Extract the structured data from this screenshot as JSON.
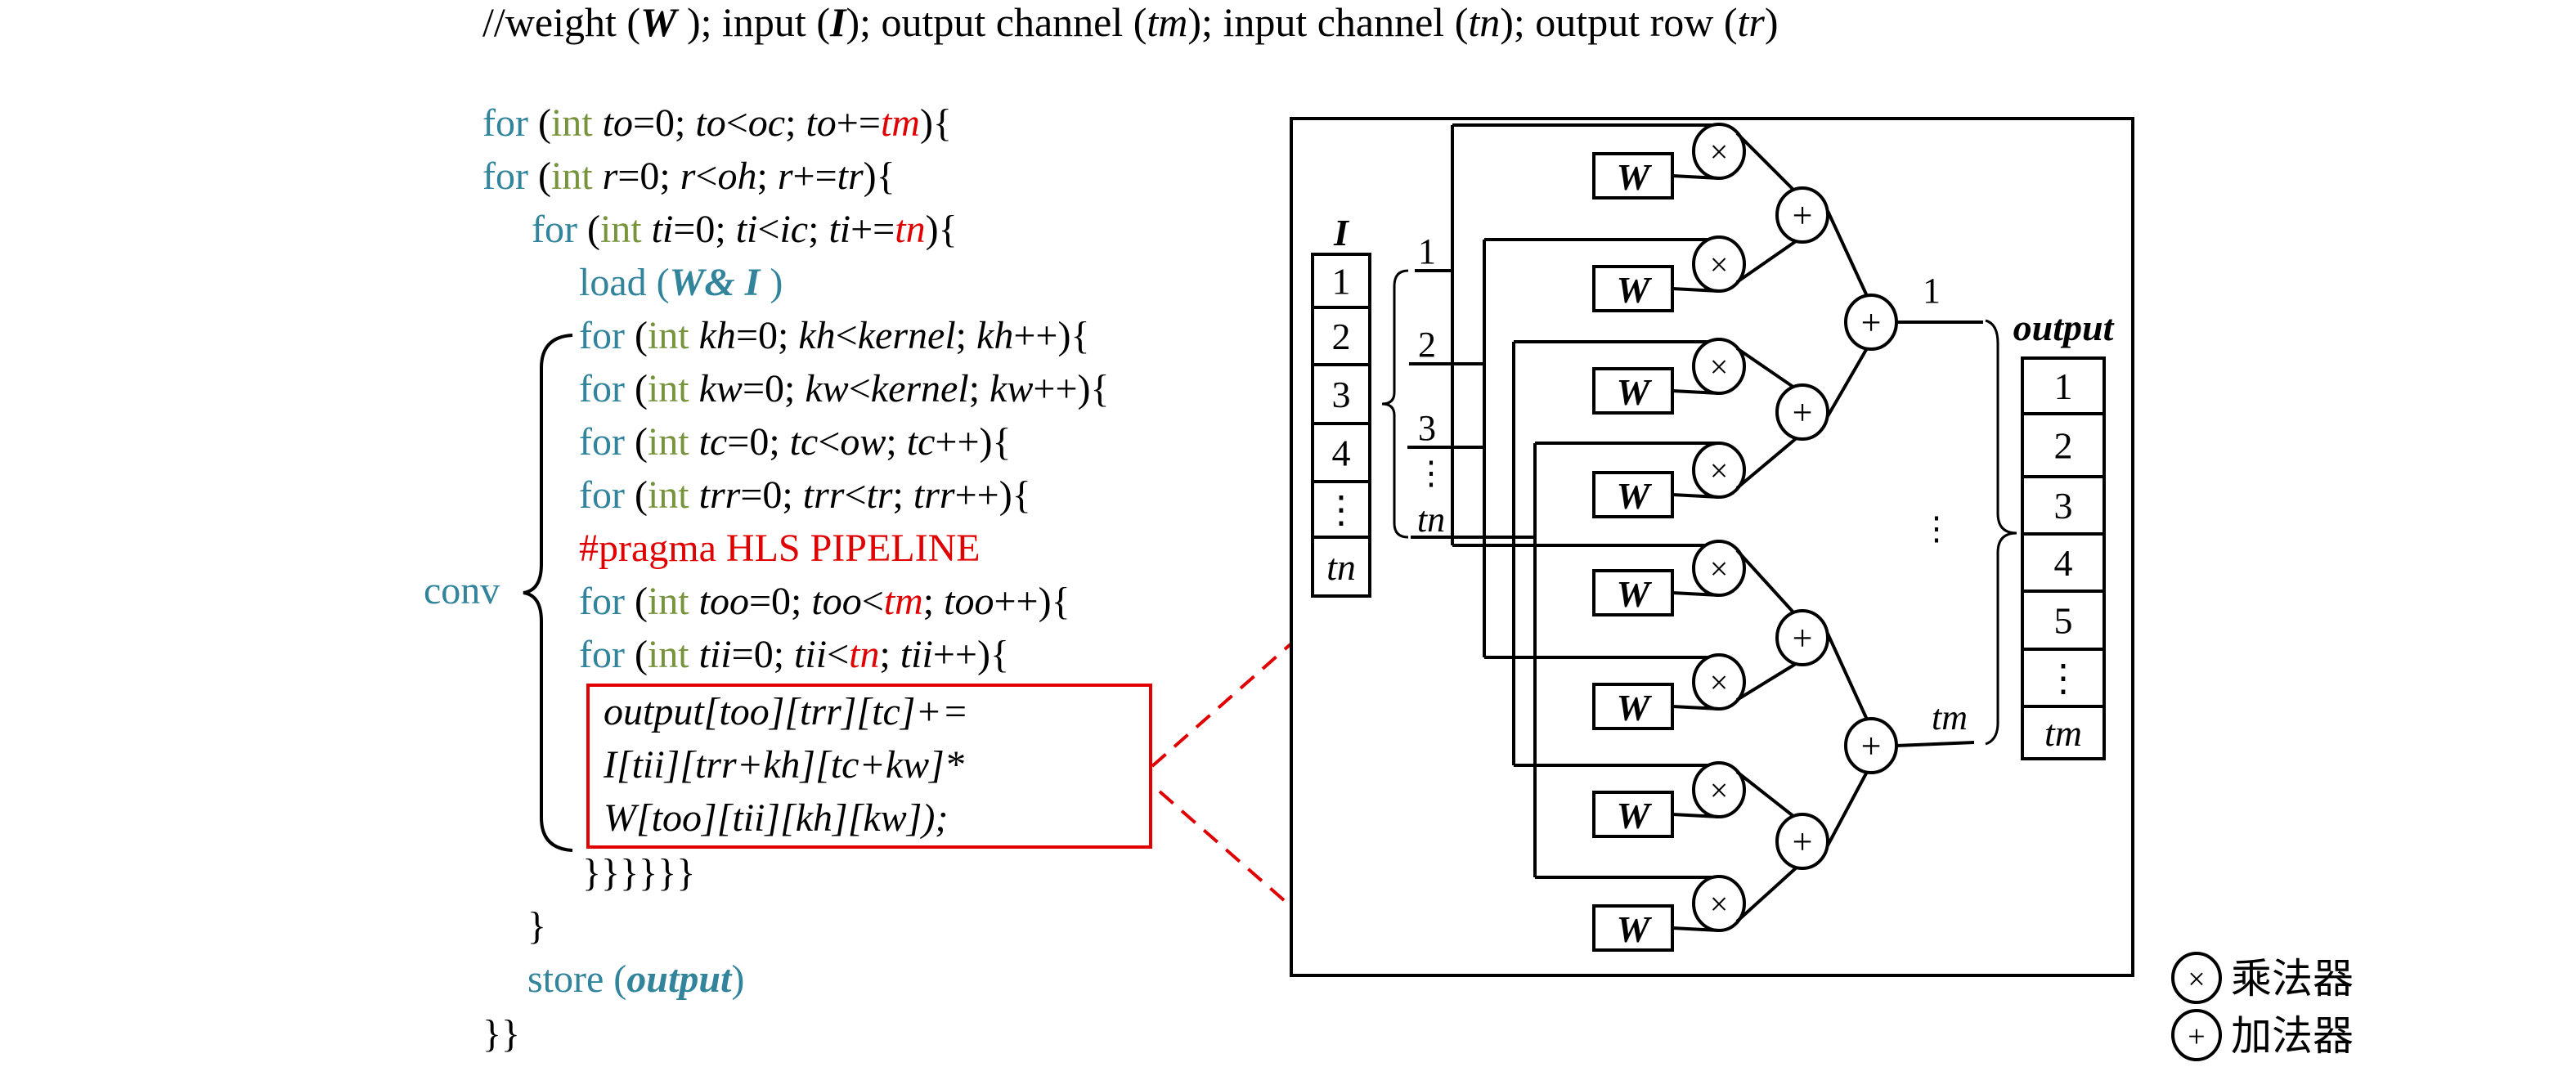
{
  "header": {
    "prefix": "//weight (",
    "w": "W",
    "p2": " ); input (",
    "i": "I",
    "p3": "); output channel (",
    "tm": "tm",
    "p4": "); input channel (",
    "tn": "tn",
    "p5": "); output row (",
    "tr": "tr",
    "p6": ")"
  },
  "colors": {
    "keyword": "#31849b",
    "type": "#77933c",
    "highlight": "#e00000",
    "line": "#000000"
  },
  "code": {
    "for": "for",
    "int": "int",
    "lines": [
      {
        "id": "loop-to",
        "pre": " (",
        "var": "to",
        "mid": "=0; ",
        "v2": "to",
        "op": "<",
        "v3": "oc",
        "s": "; ",
        "v4": "to",
        "inc": "+=",
        "red": "tm",
        "end": "){"
      },
      {
        "id": "loop-r",
        "text_parts": [
          "r",
          "=0; ",
          "r",
          "<",
          "oh",
          "; ",
          "r",
          "+=",
          "tr",
          "){"
        ]
      },
      {
        "id": "loop-ti",
        "text_parts": [
          "ti",
          "=0; ",
          "ti",
          "<",
          "ic",
          "; ",
          "ti",
          "+=",
          "tn",
          "){"
        ]
      },
      {
        "id": "load",
        "text": "load (",
        "w": "W",
        "amp": "& ",
        "i": "I",
        "end": " )"
      },
      {
        "id": "loop-kh",
        "text_parts": [
          "kh",
          "=0; ",
          "kh",
          "<",
          "kernel",
          "; ",
          "kh",
          "++",
          "){"
        ]
      },
      {
        "id": "loop-kw",
        "text_parts": [
          "kw",
          "=0; ",
          "kw",
          "<",
          "kernel",
          "; ",
          "kw",
          "++",
          "){"
        ]
      },
      {
        "id": "loop-tc",
        "text_parts": [
          "tc",
          "=0; ",
          "tc",
          "<",
          "ow",
          "; ",
          "tc",
          "++",
          "){"
        ]
      },
      {
        "id": "loop-trr",
        "text_parts": [
          "trr",
          "=0; ",
          "trr",
          "<",
          "tr",
          "; ",
          "trr",
          "++",
          "){"
        ]
      },
      {
        "id": "pragma",
        "text": "#pragma HLS PIPELINE"
      },
      {
        "id": "loop-too",
        "text_parts": [
          "too",
          "=0; ",
          "too",
          "<",
          "tm",
          "; ",
          "too",
          "++",
          "){"
        ]
      },
      {
        "id": "loop-tii",
        "text_parts": [
          "tii",
          "=0; ",
          "tii",
          "<",
          "tn",
          "; ",
          "tii",
          "++",
          "){"
        ]
      }
    ],
    "body": [
      "output[too][trr][tc]+=",
      "I[tii][trr+kh][tc+kw]*",
      "W[too][tii][kh][kw]);"
    ],
    "close6": "}}}}}}",
    "close1": "}",
    "store": "store (",
    "store_arg": "output",
    "store_end": ")",
    "close2": "}}",
    "conv_label": "conv"
  },
  "diagram": {
    "input_label": "I",
    "input_cells": [
      "1",
      "2",
      "3",
      "4",
      "⋮",
      "tn"
    ],
    "tap_labels": [
      "1",
      "2",
      "3",
      "⋮",
      "tn"
    ],
    "weight_label": "W",
    "weight_count": 8,
    "multiplier_symbol": "×",
    "adder_symbol": "+",
    "output_taps": [
      "1",
      "⋮",
      "tm"
    ],
    "output_label": "output",
    "output_cells": [
      "1",
      "2",
      "3",
      "4",
      "5",
      "⋮",
      "tm"
    ]
  },
  "legend": [
    {
      "symbol": "×",
      "label": "乘法器"
    },
    {
      "symbol": "+",
      "label": "加法器"
    }
  ]
}
